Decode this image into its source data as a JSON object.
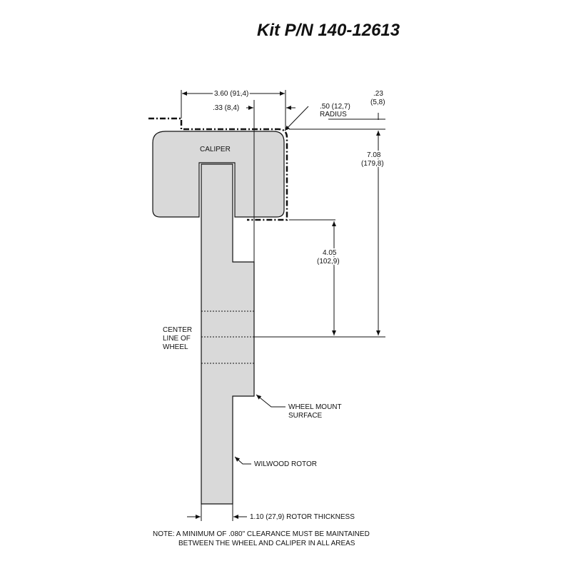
{
  "title": "Kit P/N 140-12613",
  "labels": {
    "caliper": "CALIPER",
    "centerline": [
      "CENTER",
      "LINE OF",
      "WHEEL"
    ],
    "wheel_mount": [
      "WHEEL MOUNT",
      "SURFACE"
    ],
    "rotor": "WILWOOD ROTOR"
  },
  "dimensions": {
    "d_360": "3.60 (91,4)",
    "d_033": ".33 (8,4)",
    "d_050": [
      ".50 (12,7)",
      "RADIUS"
    ],
    "d_023": [
      ".23",
      "(5,8)"
    ],
    "d_708": [
      "7.08",
      "(179,8)"
    ],
    "d_405": [
      "4.05",
      "(102,9)"
    ],
    "d_110": "1.10 (27,9) ROTOR THICKNESS"
  },
  "note": [
    "NOTE: A MINIMUM OF .080\" CLEARANCE MUST BE MAINTAINED",
    "BETWEEN THE WHEEL AND CALIPER IN ALL AREAS"
  ],
  "colors": {
    "part_fill": "#d9d9d9",
    "line": "#111111"
  }
}
